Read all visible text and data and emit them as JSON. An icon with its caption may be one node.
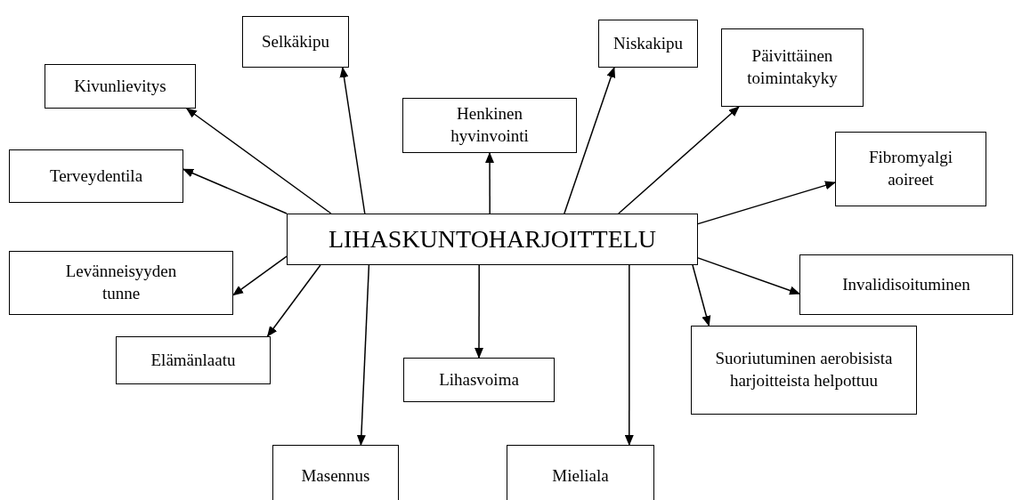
{
  "diagram": {
    "nodes": [
      {
        "text": [
          "LIHASKUNTOHARJOITTELU"
        ]
      },
      {
        "text": [
          "Kivunlievitys"
        ]
      },
      {
        "text": [
          "Selkäkipu"
        ]
      },
      {
        "text": [
          "Henkinen hyvinvointi"
        ]
      },
      {
        "text": [
          "Niskakipu"
        ]
      },
      {
        "text": [
          "Päivittäinen toimintakyky"
        ]
      },
      {
        "text": [
          "Terveydentila"
        ]
      },
      {
        "text": [
          "Fibromyalgi aoireet"
        ]
      },
      {
        "text": [
          "Levänneisyyden tunne"
        ]
      },
      {
        "text": [
          "Invalidisoituminen"
        ]
      },
      {
        "text": [
          "Elämänlaatu"
        ]
      },
      {
        "text": [
          "Lihasvoima"
        ]
      },
      {
        "text": [
          "Suoriutuminen aerobisista harjoitteista helpottuu"
        ]
      },
      {
        "text": [
          "Masennus"
        ]
      },
      {
        "text": [
          "Mieliala"
        ]
      }
    ],
    "edges": [
      {
        "from": 0,
        "to": 1,
        "arrow": "to"
      },
      {
        "from": 0,
        "to": 2,
        "arrow": "to"
      },
      {
        "from": 0,
        "to": 3,
        "arrow": "to"
      },
      {
        "from": 0,
        "to": 4,
        "arrow": "to"
      },
      {
        "from": 0,
        "to": 5,
        "arrow": "to"
      },
      {
        "from": 0,
        "to": 6,
        "arrow": "to"
      },
      {
        "from": 0,
        "to": 7,
        "arrow": "to"
      },
      {
        "from": 0,
        "to": 8,
        "arrow": "to"
      },
      {
        "from": 0,
        "to": 9,
        "arrow": "to"
      },
      {
        "from": 0,
        "to": 10,
        "arrow": "to"
      },
      {
        "from": 0,
        "to": 11,
        "arrow": "to"
      },
      {
        "from": 0,
        "to": 12,
        "arrow": "to"
      },
      {
        "from": 0,
        "to": 13,
        "arrow": "to"
      },
      {
        "from": 0,
        "to": 14,
        "arrow": "to"
      }
    ]
  }
}
